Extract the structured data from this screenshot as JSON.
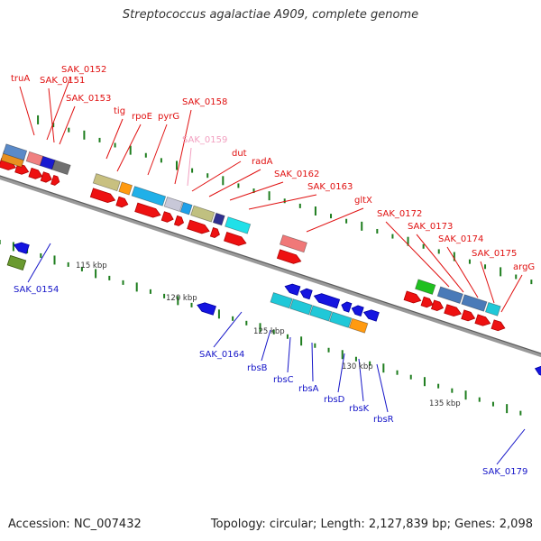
{
  "title": "Streptococcus agalactiae A909, complete genome",
  "footer": {
    "accession": "Accession: NC_007432",
    "stats": "Topology: circular; Length: 2,127,839 bp; Genes: 2,098"
  },
  "colors": {
    "backbone": "#8a8a8a",
    "tick": "#1e7d1e",
    "forward_label": "#e01010",
    "reverse_label": "#1515c8",
    "highlight_label": "#f2a0c0"
  },
  "scale_labels": [
    "115 kbp",
    "120 kbp",
    "125 kbp",
    "130 kbp",
    "135 kbp"
  ],
  "forward_genes": [
    {
      "label": "truA",
      "color": "red"
    },
    {
      "label": "SAK_0152",
      "color": "red"
    },
    {
      "label": "SAK_0151",
      "color": "red"
    },
    {
      "label": "SAK_0153",
      "color": "red"
    },
    {
      "label": "tig",
      "color": "red"
    },
    {
      "label": "rpoE",
      "color": "red"
    },
    {
      "label": "pyrG",
      "color": "red"
    },
    {
      "label": "SAK_0158",
      "color": "red"
    },
    {
      "label": "SAK_0159",
      "color": "pink"
    },
    {
      "label": "dut",
      "color": "red"
    },
    {
      "label": "radA",
      "color": "red"
    },
    {
      "label": "SAK_0162",
      "color": "red"
    },
    {
      "label": "SAK_0163",
      "color": "red"
    },
    {
      "label": "gltX",
      "color": "red"
    },
    {
      "label": "SAK_0172",
      "color": "red"
    },
    {
      "label": "SAK_0173",
      "color": "red"
    },
    {
      "label": "SAK_0174",
      "color": "red"
    },
    {
      "label": "SAK_0175",
      "color": "red"
    },
    {
      "label": "argG",
      "color": "red"
    }
  ],
  "reverse_genes": [
    {
      "label": "SAK_0154"
    },
    {
      "label": "SAK_0164"
    },
    {
      "label": "rbsB"
    },
    {
      "label": "rbsC"
    },
    {
      "label": "rbsA"
    },
    {
      "label": "rbsD"
    },
    {
      "label": "rbsK"
    },
    {
      "label": "rbsR"
    },
    {
      "label": "SAK_0179"
    }
  ]
}
